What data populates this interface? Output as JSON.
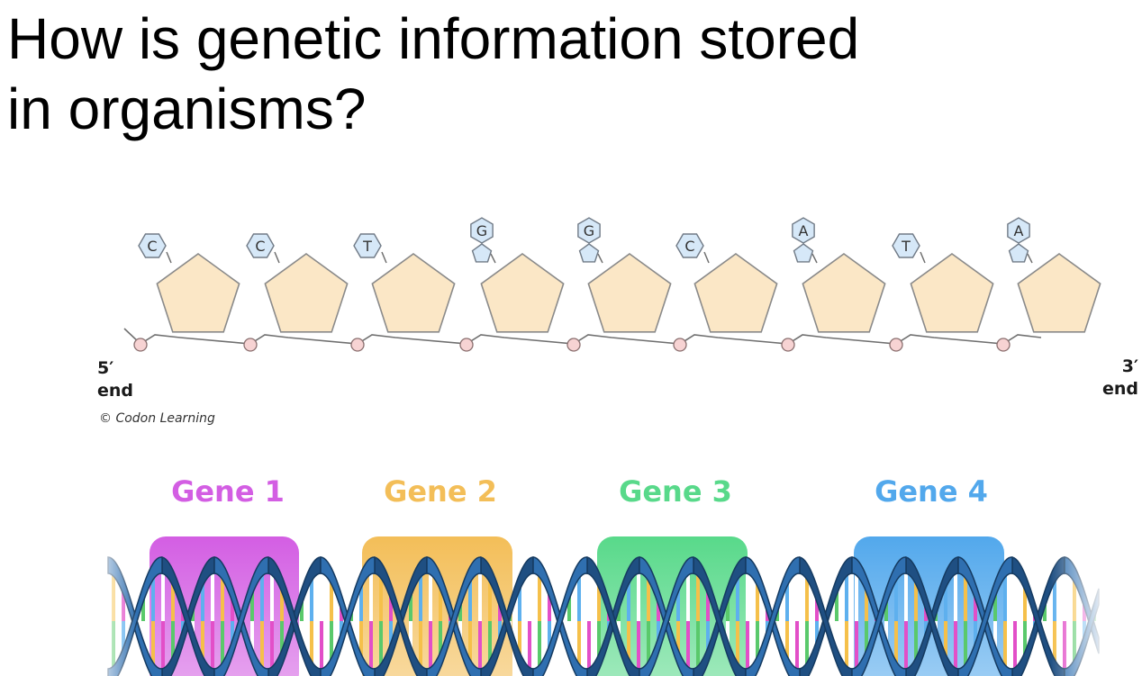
{
  "title": {
    "line1": "How  is genetic information stored",
    "line2": "in organisms?"
  },
  "strand": {
    "bases": [
      "C",
      "C",
      "T",
      "G",
      "G",
      "C",
      "A",
      "T",
      "A"
    ],
    "end_left_top": "5′",
    "end_left_bottom": "end",
    "end_right_top": "3′",
    "end_right_bottom": "end",
    "copyright": "© Codon Learning"
  },
  "genes": [
    {
      "label": "Gene 1",
      "color": "#d35ee3"
    },
    {
      "label": "Gene 2",
      "color": "#f3be58"
    },
    {
      "label": "Gene 3",
      "color": "#58d98a"
    },
    {
      "label": "Gene 4",
      "color": "#52a8ec"
    }
  ],
  "colors": {
    "sugar_fill": "#fbe7c6",
    "sugar_stroke": "#8a8a8a",
    "base_fill": "#d6e8f8",
    "base_stroke": "#707a86",
    "phosphate_fill": "#f7d3d3",
    "helix_front": "#2f6fb0",
    "helix_back": "#1f4f82",
    "rung_colors": [
      "#f5c04a",
      "#e24fc8",
      "#5ac96b",
      "#5eb0ee",
      "#ffffff"
    ]
  }
}
